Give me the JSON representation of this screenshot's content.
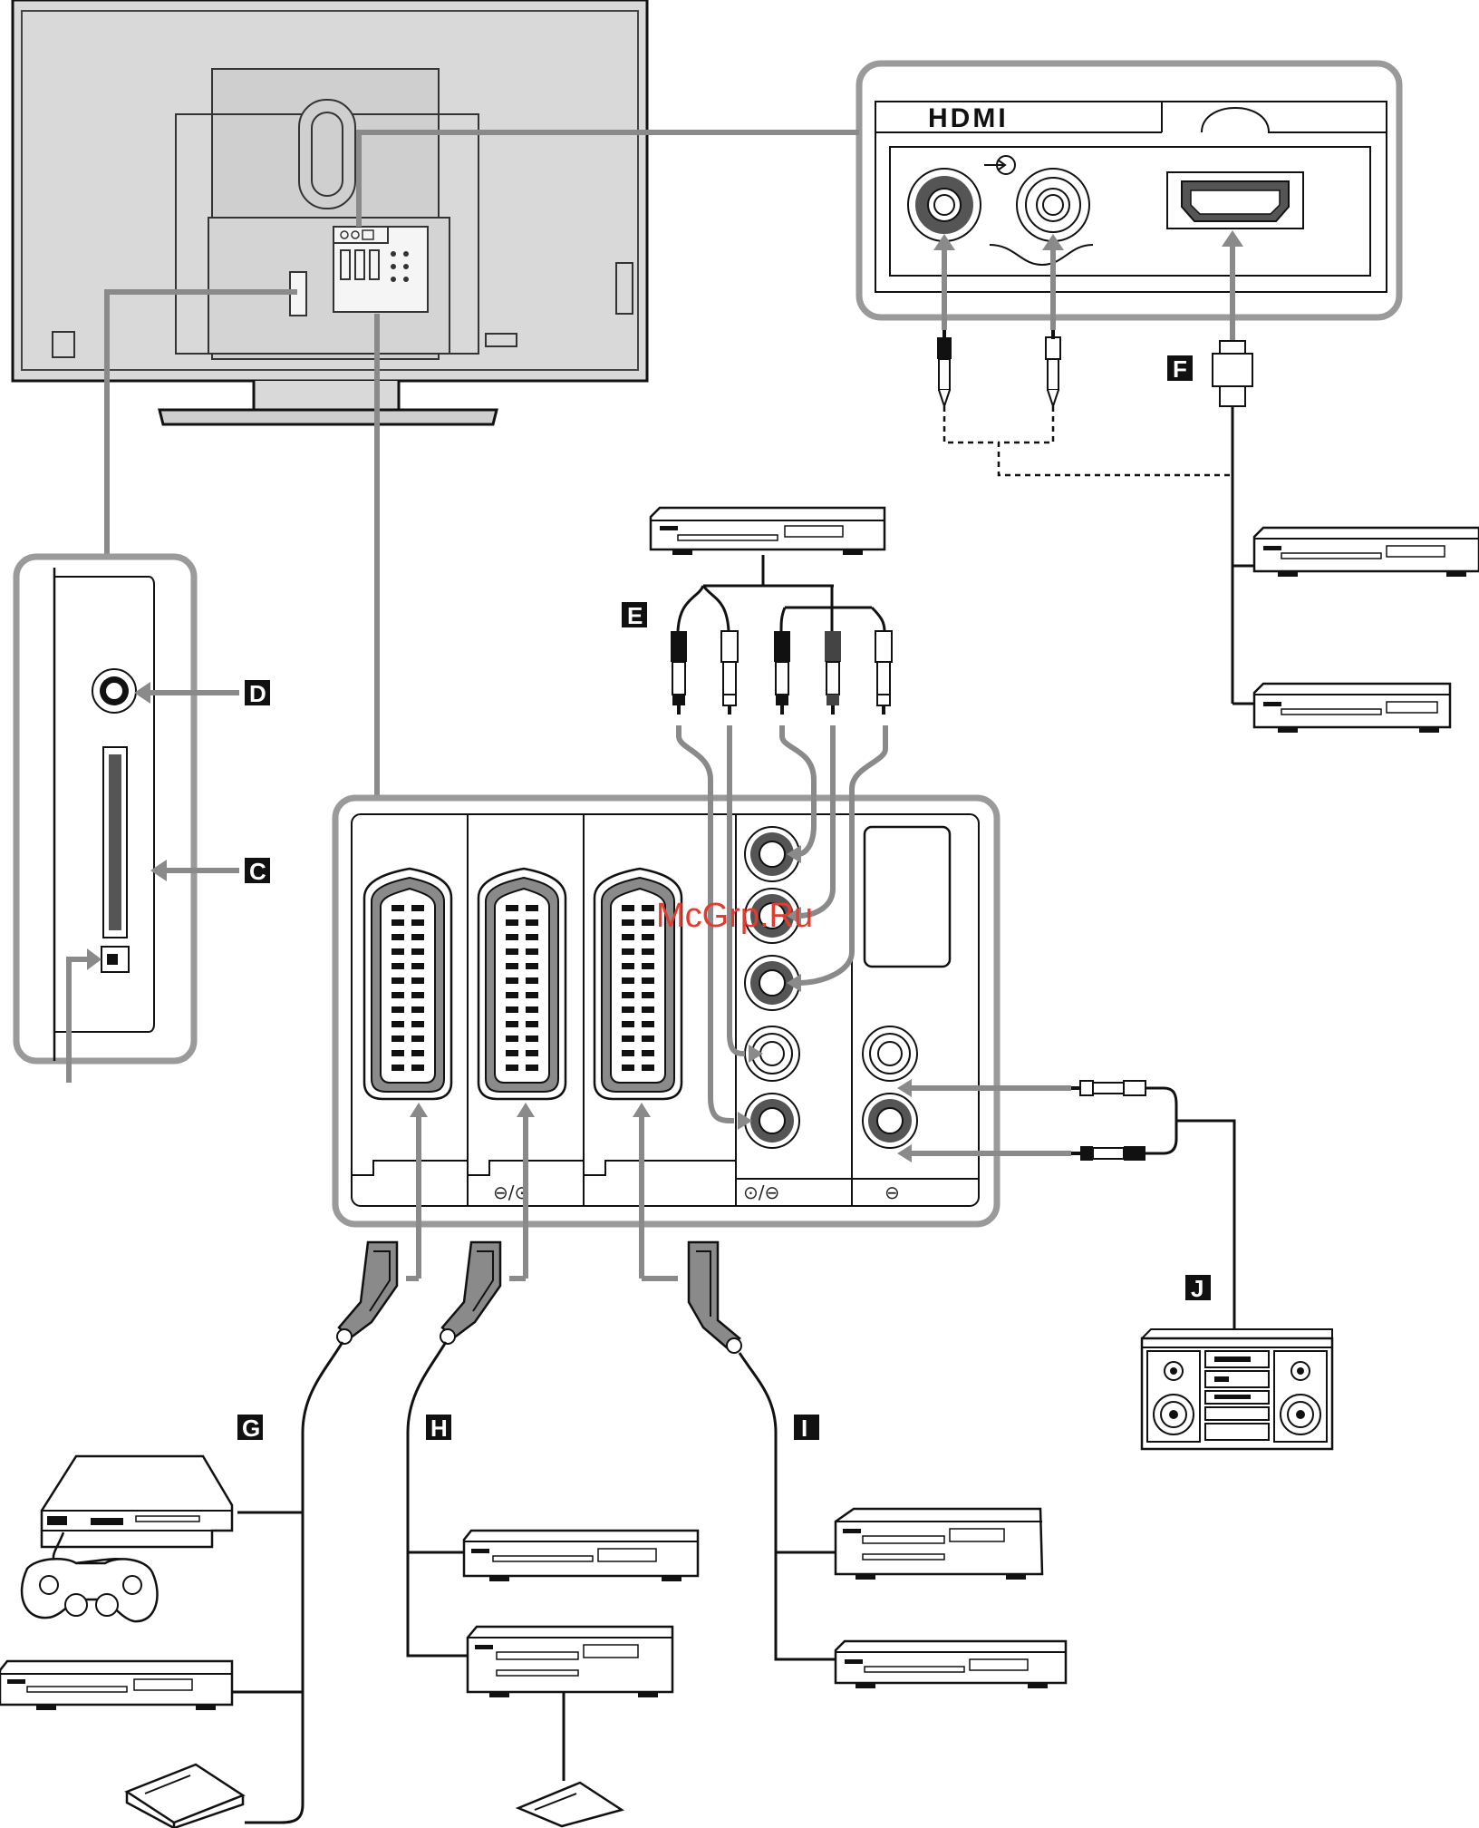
{
  "labels": {
    "C": "C",
    "D": "D",
    "E": "E",
    "F": "F",
    "G": "G",
    "H": "H",
    "I": "I",
    "J": "J"
  },
  "hdmi_logo": "HDMI",
  "panel_symbols": {
    "scart_2": "⊖/⊙",
    "rca_1": "⊙/⊖",
    "rca_2": "⊖"
  },
  "watermark": "McGrp.Ru",
  "colors": {
    "outline": "#111111",
    "connector_gray": "#8a8a8a",
    "tv_body": "#d9d9d9",
    "panel_border": "#9a9a9a",
    "label_bg": "#111111",
    "watermark": "#e23b2f"
  }
}
